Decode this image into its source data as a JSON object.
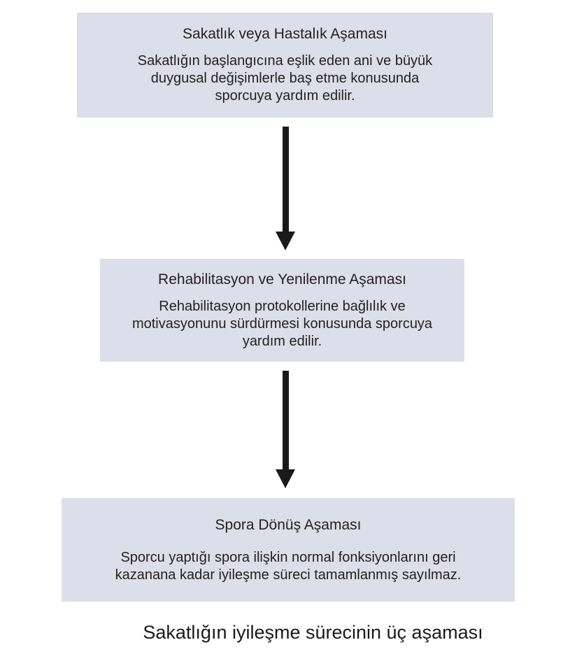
{
  "diagram": {
    "stages": [
      {
        "title": "Sakatlık veya Hastalık Aşaması",
        "description": "Sakatlığın başlangıcına eşlik eden ani ve büyük duygusal değişimlerle baş etme konusunda sporcuya yardım edilir."
      },
      {
        "title": "Rehabilitasyon ve Yenilenme Aşaması",
        "description": "Rehabilitasyon protokollerine bağlılık ve motivasyonunu sürdürmesi konusunda sporcuya yardım edilir."
      },
      {
        "title": "Spora Dönüş Aşaması",
        "description": "Sporcu yaptığı spora ilişkin normal fonksiyonlarını geri kazanana kadar iyileşme süreci tamamlanmış sayılmaz."
      }
    ],
    "caption": "Sakatlığın iyileşme sürecinin üç aşaması",
    "icons": {
      "flow_connector": "down-arrow"
    },
    "colors": {
      "box_fill": "#dcdee9",
      "arrow": "#1a1a1a",
      "text": "#231f20",
      "background": "#ffffff"
    }
  }
}
